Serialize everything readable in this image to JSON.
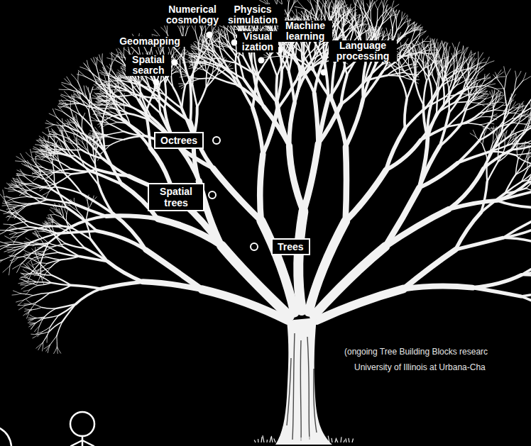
{
  "diagram": {
    "nodes": [
      {
        "text": [
          "Octrees"
        ]
      },
      {
        "text": [
          "Spatial trees"
        ]
      },
      {
        "text": [
          "Trees"
        ]
      }
    ],
    "labels": [
      "Numerical cosmology",
      "Physics simulation",
      "Machine learning",
      "Geomapping",
      "Visual ization",
      "Spatial search",
      "Language processing",
      "(ongoing Tree Building Blocks researc",
      "University of Illinois at Urbana-Cha"
    ]
  }
}
